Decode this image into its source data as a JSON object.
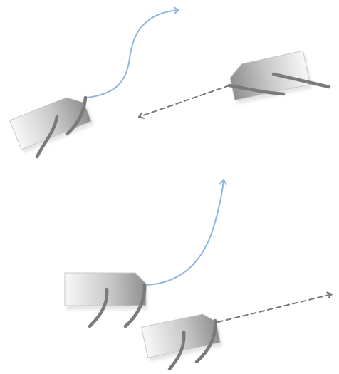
{
  "diagram": {
    "description_free": true,
    "colors": {
      "tag_dark": "#8f8f8f",
      "tag_light": "#f7f7f7",
      "leg": "#7a7a7a",
      "curve_arrow": "#8fb6e0",
      "dashed_arrow": "#7a7a7a"
    },
    "groups": [
      {
        "name": "group-top-left",
        "arrow": "curved",
        "arrow_color": "curve_arrow"
      },
      {
        "name": "group-top-right",
        "arrow": "dashed",
        "arrow_color": "dashed_arrow"
      },
      {
        "name": "group-middle",
        "arrow": "curved",
        "arrow_color": "curve_arrow"
      },
      {
        "name": "group-bottom",
        "arrow": "dashed",
        "arrow_color": "dashed_arrow"
      }
    ]
  }
}
